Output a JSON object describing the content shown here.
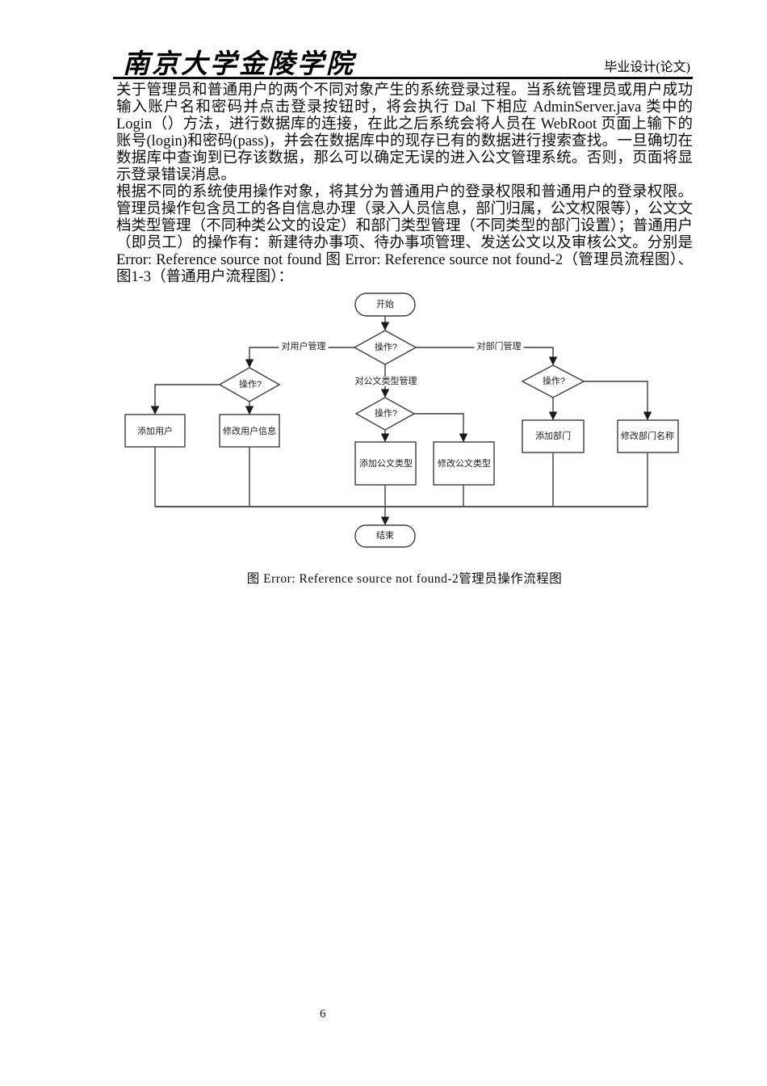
{
  "header": {
    "institution": "南京大学金陵学院",
    "doc_type": "毕业设计(论文)"
  },
  "body": {
    "paragraph1": "关于管理员和普通用户的两个不同对象产生的系统登录过程。当系统管理员或用户成功输入账户名和密码并点击登录按钮时，将会执行 Dal 下相应 AdminServer.java 类中的 Login（）方法，进行数据库的连接，在此之后系统会将人员在 WebRoot 页面上输下的账号(login)和密码(pass)，并会在数据库中的现存已有的数据进行搜索查找。一旦确切在数据库中查询到已存该数据，那么可以确定无误的进入公文管理系统。否则，页面将显示登录错误消息。",
    "paragraph2": "根据不同的系统使用操作对象，将其分为普通用户的登录权限和普通用户的登录权限。管理员操作包含员工的各自信息办理（录入人员信息，部门归属，公文权限等），公文文档类型管理（不同种类公文的设定）和部门类型管理（不同类型的部门设置）；普通用户（即员工）的操作有：新建待办事项、待办事项管理、发送公文以及审核公文。分别是 Error: Reference source not found 图 Error: Reference source not found-2（管理员流程图）、图1-3（普通用户流程图）："
  },
  "flowchart": {
    "start": "开始",
    "end": "结束",
    "decision_label": "操作?",
    "edge_labels": {
      "user_mgmt": "对用户管理",
      "dept_mgmt": "对部门管理",
      "doc_type_mgmt": "对公文类型管理"
    },
    "boxes": {
      "add_user": "添加用户",
      "modify_user": "修改用户信息",
      "add_doc_type": "添加公文类型",
      "modify_doc_type": "修改公文类型",
      "add_dept": "添加部门",
      "modify_dept": "修改部门名称"
    }
  },
  "caption": "图 Error: Reference source not found-2管理员操作流程图",
  "page_number": "6"
}
